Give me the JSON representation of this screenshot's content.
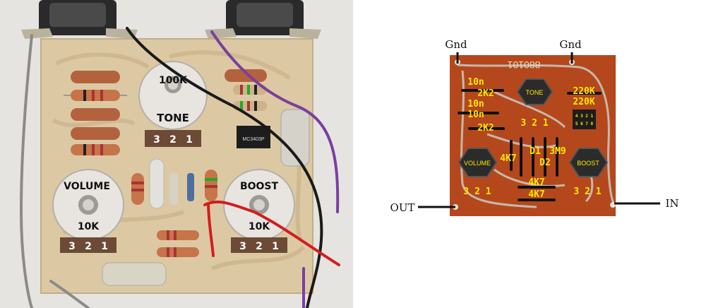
{
  "photo": {
    "pots": [
      {
        "name": "TONE",
        "value": "100K",
        "pins": [
          "3",
          "2",
          "1"
        ]
      },
      {
        "name": "VOLUME",
        "value": "10K",
        "pins": [
          "3",
          "2",
          "1"
        ]
      },
      {
        "name": "BOOST",
        "value": "10K",
        "pins": [
          "3",
          "2",
          "1"
        ]
      }
    ],
    "ic_marking": "MC3403P"
  },
  "layout": {
    "board_id": "880101",
    "ground_labels": [
      "Gnd",
      "Gnd"
    ],
    "out_label": "OUT",
    "in_label": "IN",
    "pot_labels": {
      "tone": "TONE",
      "volume": "VOLUME",
      "boost": "BOOST"
    },
    "pins": {
      "center": "3 2 1",
      "left": "3 2 1",
      "right": "3 2 1"
    },
    "parts": {
      "c1": "10n",
      "r1": "2K2",
      "c2": "10n",
      "c3": "10n",
      "r2": "2K2",
      "r3": "220K",
      "r4": "220K",
      "r5": "4K7",
      "d1": "D1",
      "r6": "3M9",
      "d2": "D2",
      "r7": "4K7",
      "r8": "4K7"
    },
    "ic_pins_top": "4 3 2 1",
    "ic_pins_bottom": "5 6 7 8",
    "board_color": "#b4481c",
    "label_color": "#ffe600"
  }
}
